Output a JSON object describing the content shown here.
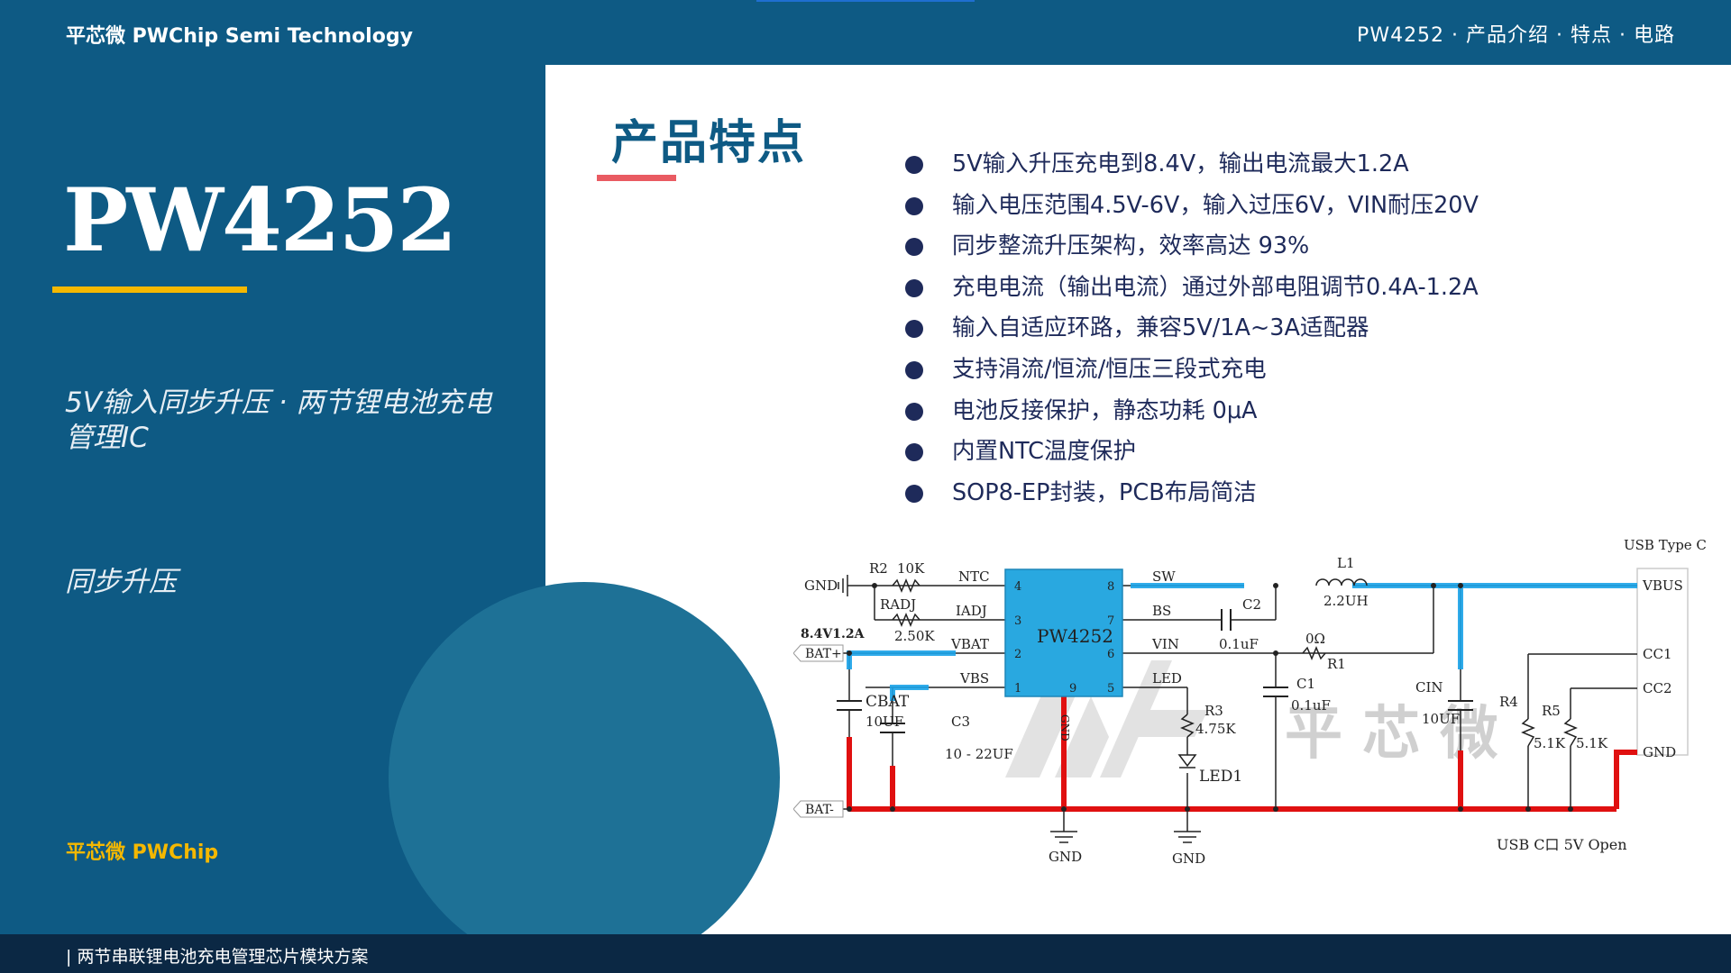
{
  "header": {
    "brand": "平芯微 PWChip Semi Technology",
    "nav": "PW4252 · 产品介绍 · 特点 · 电路"
  },
  "left": {
    "product": "PW4252",
    "subtitle": "5V输入同步升压 · 两节锂电池充电管理IC",
    "tagline": "同步升压",
    "footer_brand": "平芯微 PWChip"
  },
  "main": {
    "section_title": "产品特点",
    "features": [
      "5V输入升压充电到8.4V，输出电流最大1.2A",
      "输入电压范围4.5V-6V，输入过压6V，VIN耐压20V",
      "同步整流升压架构，效率高达 93%",
      "充电电流（输出电流）通过外部电阻调节0.4A-1.2A",
      "输入自适应环路，兼容5V/1A~3A适配器",
      "支持涓流/恒流/恒压三段式充电",
      "电池反接保护，静态功耗 0μA",
      "内置NTC温度保护",
      "SOP8-EP封装，PCB布局简洁"
    ]
  },
  "schematic": {
    "chip": "PW4252",
    "usb_title": "USB Type C",
    "usb_caption": "USB C口 5V Open",
    "watermark": "平 芯 微",
    "pins": {
      "p1": "1",
      "p2": "2",
      "p3": "3",
      "p4": "4",
      "p5": "5",
      "p6": "6",
      "p7": "7",
      "p8": "8",
      "p9": "9",
      "ntc": "NTC",
      "iadj": "IADJ",
      "vbat": "VBAT",
      "vbs": "VBS",
      "sw": "SW",
      "bs": "BS",
      "vin": "VIN",
      "led": "LED",
      "gnd": "GND"
    },
    "parts": {
      "r2": "R2",
      "r2v": "10K",
      "radj": "RADJ",
      "radjv": "2.50K",
      "cbat": "CBAT",
      "cbatv": "10UF",
      "c3": "C3",
      "c3v": "10 - 22UF",
      "c2": "C2",
      "c2v": "0.1uF",
      "r1": "R1",
      "r1v": "0Ω",
      "c1": "C1",
      "c1v": "0.1uF",
      "r3": "R3",
      "r3v": "4.75K",
      "led1": "LED1",
      "l1": "L1",
      "l1v": "2.2UH",
      "cin": "CIN",
      "cinv": "10UF",
      "r4": "R4",
      "r5": "R5",
      "r4v": "5.1K",
      "r5v": "5.1K"
    },
    "nets": {
      "gnd": "GND",
      "batp": "BAT+",
      "batm": "BAT-",
      "spec": "8.4V1.2A",
      "vbus": "VBUS",
      "cc1": "CC1",
      "cc2": "CC2",
      "gnd_bottom": "GND"
    }
  },
  "footer": {
    "text": "|  两节串联锂电池充电管理芯片模块方案"
  },
  "colors": {
    "primary": "#0e5a84",
    "accent_yellow": "#f5b800",
    "accent_red": "#e95b62",
    "chip_blue": "#29a8e0",
    "highlight_blue": "#1aa3e8",
    "highlight_red": "#e01010",
    "footer": "#0b2844"
  }
}
